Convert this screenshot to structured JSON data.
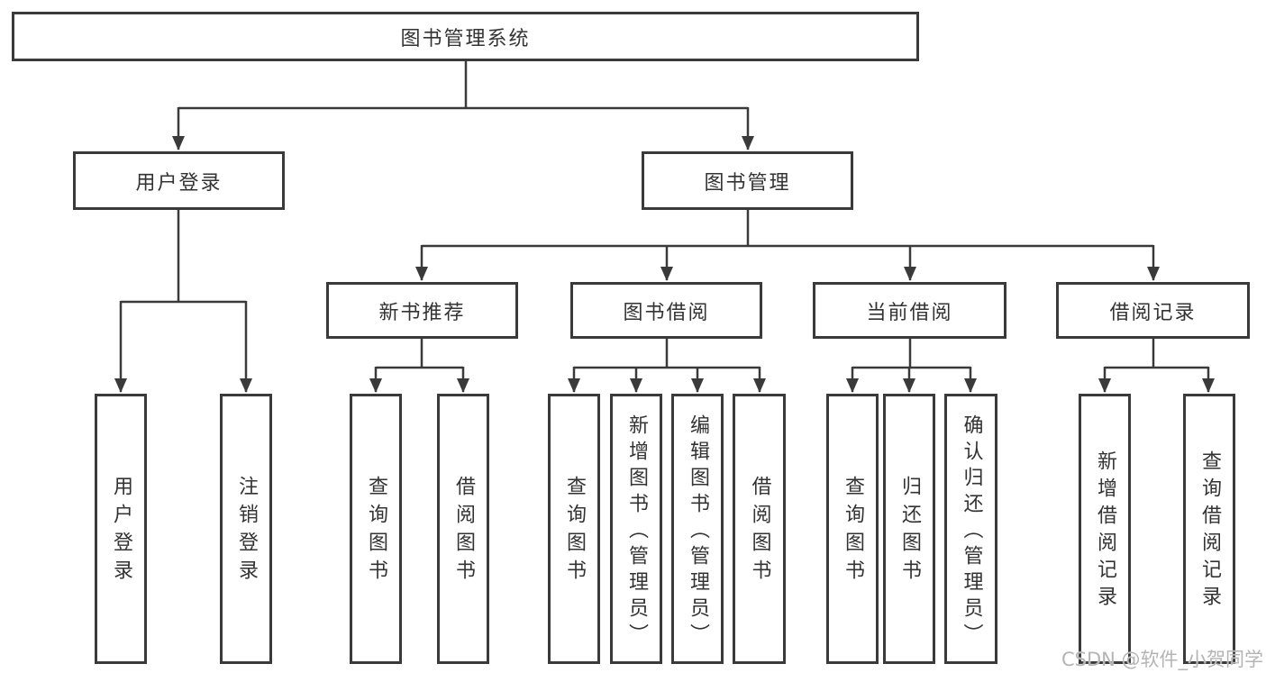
{
  "diagram": {
    "title": "图书管理系统",
    "root": {
      "label": "图书管理系统"
    },
    "level2": [
      {
        "label": "用户登录"
      },
      {
        "label": "图书管理"
      }
    ],
    "level3": [
      {
        "label": "新书推荐",
        "parent": "图书管理"
      },
      {
        "label": "图书借阅",
        "parent": "图书管理"
      },
      {
        "label": "当前借阅",
        "parent": "图书管理"
      },
      {
        "label": "借阅记录",
        "parent": "图书管理"
      }
    ],
    "leaves": [
      {
        "label": "用户登录",
        "parent": "用户登录"
      },
      {
        "label": "注销登录",
        "parent": "用户登录"
      },
      {
        "label": "查询图书",
        "parent": "新书推荐"
      },
      {
        "label": "借阅图书",
        "parent": "新书推荐"
      },
      {
        "label": "查询图书",
        "parent": "图书借阅"
      },
      {
        "label": "新增图书（管理员）",
        "parent": "图书借阅"
      },
      {
        "label": "编辑图书（管理员）",
        "parent": "图书借阅"
      },
      {
        "label": "借阅图书",
        "parent": "图书借阅"
      },
      {
        "label": "查询图书",
        "parent": "当前借阅"
      },
      {
        "label": "归还图书",
        "parent": "当前借阅"
      },
      {
        "label": "确认归还（管理员）",
        "parent": "当前借阅"
      },
      {
        "label": "新增借阅记录",
        "parent": "借阅记录"
      },
      {
        "label": "查询借阅记录",
        "parent": "借阅记录"
      }
    ]
  },
  "watermark": {
    "text": "CSDN @软件_小贺同学"
  },
  "colors": {
    "line": "#3a3a3a",
    "text": "#333333",
    "watermark": "#b4b4b4"
  }
}
